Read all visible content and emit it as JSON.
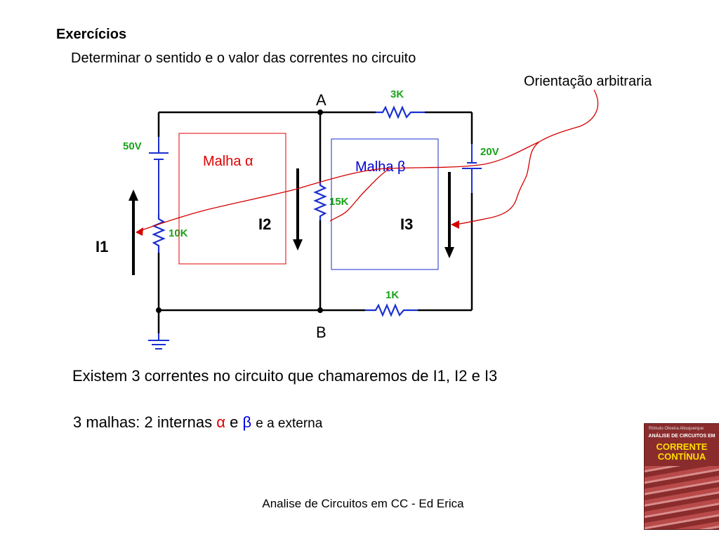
{
  "title": "Exercícios",
  "subtitle": "Determinar o sentido e o valor das correntes no circuito",
  "orientation_note": "Orientação arbitraria",
  "circuit": {
    "nodes": {
      "top": "A",
      "bottom": "B"
    },
    "components": {
      "source_left": "50V",
      "source_right": "20V",
      "resistor_top_right": "3K",
      "resistor_middle": "15K",
      "resistor_left": "10K",
      "resistor_bottom_right": "1K"
    },
    "meshes": {
      "alpha": "Malha α",
      "beta": "Malha β"
    },
    "currents": {
      "i1": "I1",
      "i2": "I2",
      "i3": "I3"
    },
    "colors": {
      "wire": "#000000",
      "component": "#1a2fd0",
      "label": "#19a219",
      "alpha": "#e00000",
      "beta": "#0000d0",
      "annotation": "#d40000"
    }
  },
  "sentence1": "Existem 3 correntes no circuito que chamaremos de I1, I2 e I3",
  "sentence2": {
    "prefix": "3 malhas: 2 internas",
    "alpha": "α",
    "and": "e",
    "beta": "β",
    "suffix": "e a externa"
  },
  "footer": "Analise de Circuitos em CC - Ed Erica",
  "book": {
    "author": "Rômulo Oliveira Albuquerque",
    "series": "ANÁLISE DE CIRCUITOS EM",
    "title": "CORRENTE CONTÍNUA"
  }
}
